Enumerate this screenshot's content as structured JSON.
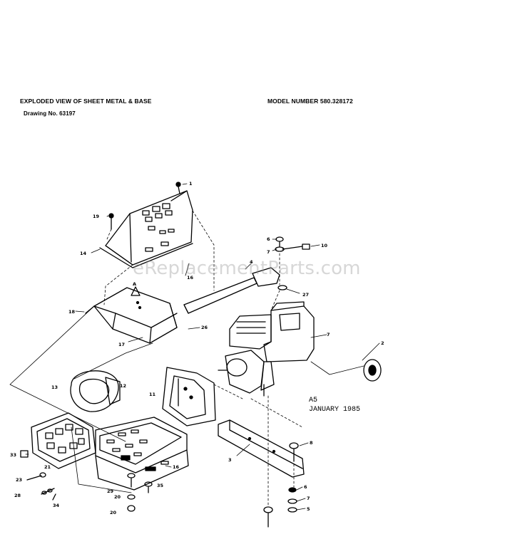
{
  "header": {
    "title": "EXPLODED VIEW OF SHEET METAL & BASE",
    "model": "MODEL NUMBER 580.328172",
    "drawing": "Drawing No. 63197"
  },
  "stamp": {
    "line1": "A5",
    "line2": "JANUARY 1985"
  },
  "watermark": "eReplacementParts.com",
  "callouts": [
    "1",
    "19",
    "14",
    "18",
    "6",
    "7",
    "10",
    "4",
    "27",
    "16",
    "26",
    "17",
    "2",
    "12",
    "13",
    "11",
    "3",
    "8",
    "7",
    "6",
    "7",
    "5",
    "33",
    "23",
    "28",
    "34",
    "29",
    "20",
    "35",
    "21",
    "20",
    "16",
    "A"
  ]
}
